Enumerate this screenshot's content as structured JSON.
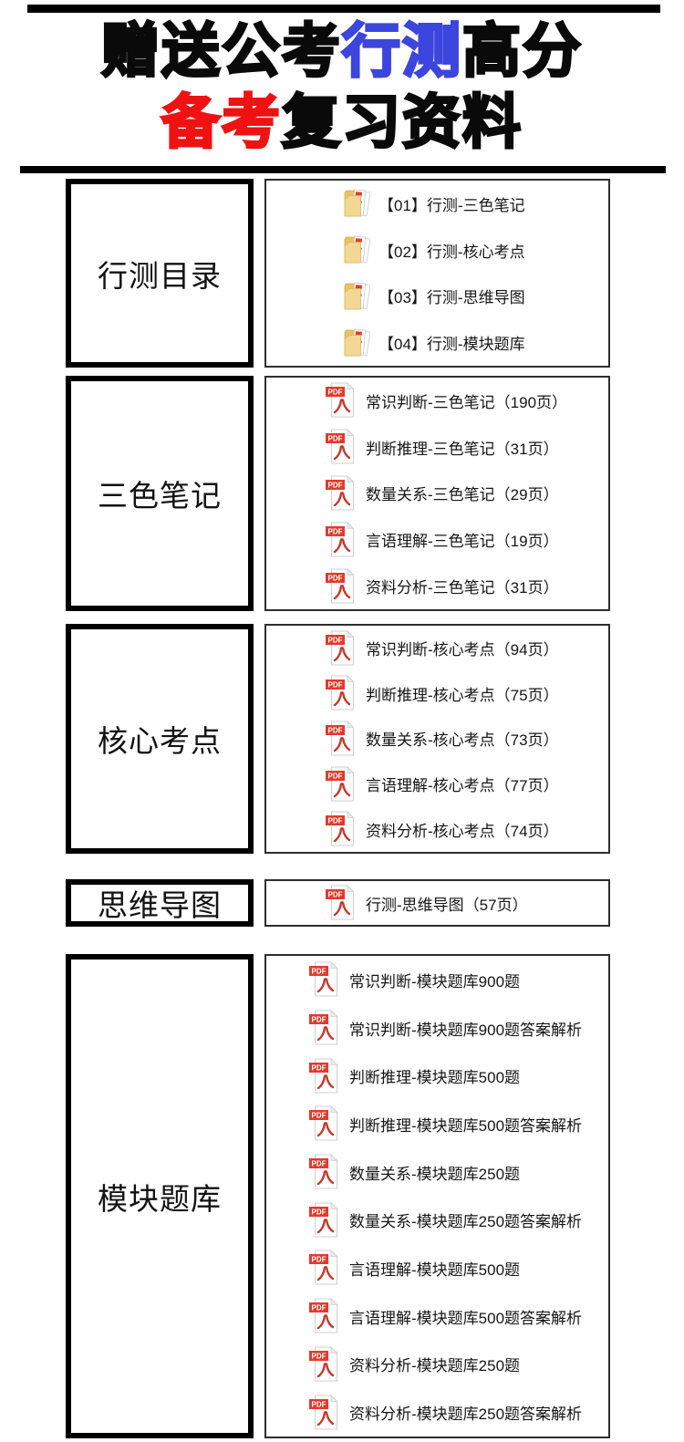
{
  "theme": {
    "highlight_blue": "#3c45dd",
    "highlight_red": "#ee1312",
    "pdf_red": "#e5392b",
    "adobe_red": "#c9372a",
    "folder_yellow": "#e8c265",
    "folder_front": "#f3d893"
  },
  "header": {
    "title": {
      "line1_pre": "赠送公考",
      "line1_highlight": "行测",
      "line1_post": "高分",
      "line2_highlight": "备考",
      "line2_post": "复习资料"
    }
  },
  "icons": {
    "pdf_badge_label": "PDF"
  },
  "sections": [
    {
      "slug": "catalog",
      "label": "行测目录",
      "icon": "folder-pdf-icon",
      "items": [
        "【01】行测-三色笔记",
        "【02】行测-核心考点",
        "【03】行测-思维导图",
        "【04】行测-模块题库"
      ]
    },
    {
      "slug": "three-color-notes",
      "label": "三色笔记",
      "icon": "pdf-file-icon",
      "items": [
        "常识判断-三色笔记（190页）",
        "判断推理-三色笔记（31页）",
        "数量关系-三色笔记（29页）",
        "言语理解-三色笔记（19页）",
        "资料分析-三色笔记（31页）"
      ]
    },
    {
      "slug": "core-points",
      "label": "核心考点",
      "icon": "pdf-file-icon",
      "items": [
        "常识判断-核心考点（94页）",
        "判断推理-核心考点（75页）",
        "数量关系-核心考点（73页）",
        "言语理解-核心考点（77页）",
        "资料分析-核心考点（74页）"
      ]
    },
    {
      "slug": "mind-map",
      "label": "思维导图",
      "icon": "pdf-file-icon",
      "items": [
        "行测-思维导图（57页）"
      ]
    },
    {
      "slug": "question-bank",
      "label": "模块题库",
      "icon": "pdf-file-icon",
      "items": [
        "常识判断-模块题库900题",
        "常识判断-模块题库900题答案解析",
        "判断推理-模块题库500题",
        "判断推理-模块题库500题答案解析",
        "数量关系-模块题库250题",
        "数量关系-模块题库250题答案解析",
        "言语理解-模块题库500题",
        "言语理解-模块题库500题答案解析",
        "资料分析-模块题库250题",
        "资料分析-模块题库250题答案解析"
      ]
    }
  ]
}
